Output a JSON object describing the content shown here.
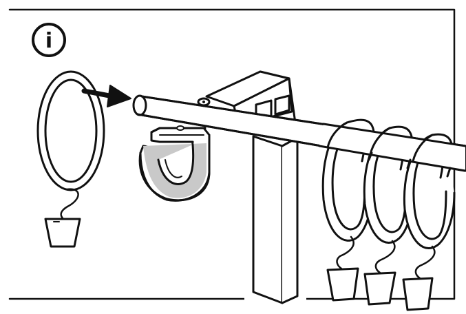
{
  "info_badge": {
    "symbol": "i"
  },
  "icons": {
    "info": "info-icon",
    "arrow": "arrow-right-icon",
    "ring": "curtain-ring-icon",
    "clip": "curtain-clip-icon",
    "rod": "curtain-rod",
    "bracket": "wall-bracket",
    "hook": "rod-support-hook"
  },
  "colors": {
    "line": "#111111",
    "fill": "#ffffff",
    "shade": "#c9c9c9"
  }
}
